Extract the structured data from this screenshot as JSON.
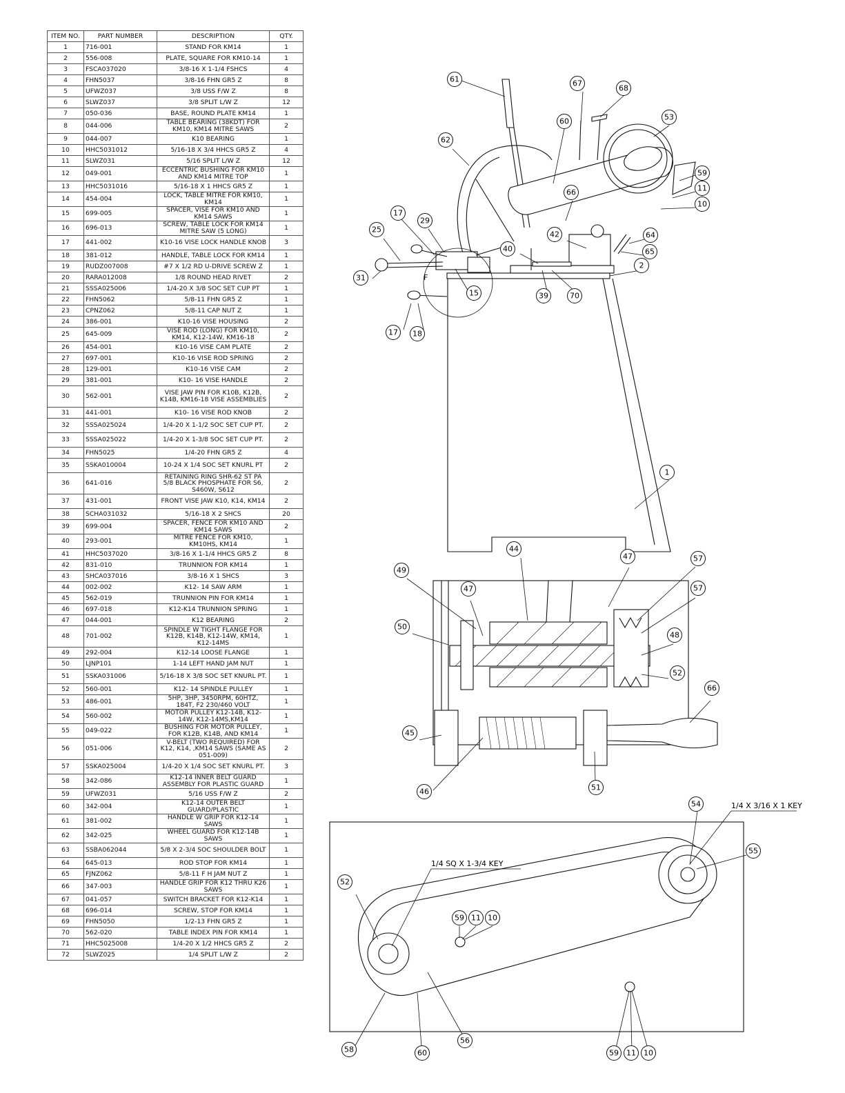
{
  "table": {
    "headers": [
      "ITEM NO.",
      "PART NUMBER",
      "DESCRIPTION",
      "QTY."
    ],
    "rows": [
      [
        "1",
        "716-001",
        "STAND FOR KM14",
        "1"
      ],
      [
        "2",
        "556-008",
        "PLATE, SQUARE FOR KM10-14",
        "1"
      ],
      [
        "3",
        "FSCA037020",
        "3/8-16 X 1-1/4 FSHCS",
        "4"
      ],
      [
        "4",
        "FHN5037",
        "3/8-16 FHN GR5 Z",
        "8"
      ],
      [
        "5",
        "UFWZ037",
        "3/8 USS F/W Z",
        "8"
      ],
      [
        "6",
        "SLWZ037",
        "3/8 SPLIT L/W Z",
        "12"
      ],
      [
        "7",
        "050-036",
        "BASE, ROUND PLATE KM14",
        "1"
      ],
      [
        "8",
        "044-006",
        "TABLE BEARING (38KDT) FOR KM10, KM14 MITRE SAWS",
        "2"
      ],
      [
        "9",
        "044-007",
        "K10 BEARING",
        "1"
      ],
      [
        "10",
        "HHC5031012",
        "5/16-18 X 3/4 HHCS GR5 Z",
        "4"
      ],
      [
        "11",
        "SLWZ031",
        "5/16 SPLIT L/W Z",
        "12"
      ],
      [
        "12",
        "049-001",
        "ECCENTRIC BUSHING FOR KM10 AND KM14 MITRE TOP",
        "1"
      ],
      [
        "13",
        "HHC5031016",
        "5/16-18 X 1 HHCS GR5 Z",
        "1"
      ],
      [
        "14",
        "454-004",
        "LOCK, TABLE MITRE FOR KM10, KM14",
        "1"
      ],
      [
        "15",
        "699-005",
        "SPACER, VISE FOR KM10 AND KM14 SAWS",
        "1"
      ],
      [
        "16",
        "696-013",
        "SCREW, TABLE LOCK FOR KM14 MITRE SAW (5 LONG)",
        "1"
      ],
      [
        "17",
        "441-002",
        "K10-16 VISE LOCK HANDLE KNOB",
        "3"
      ],
      [
        "18",
        "381-012",
        "HANDLE, TABLE LOCK FOR KM14",
        "1"
      ],
      [
        "19",
        "RUDZ007008",
        "#7 X 1/2 RD U-DRIVE SCREW Z",
        "1"
      ],
      [
        "20",
        "RARA012008",
        "1/8 ROUND HEAD RIVET",
        "2"
      ],
      [
        "21",
        "SSSA025006",
        "1/4-20 X 3/8 SOC SET CUP PT",
        "1"
      ],
      [
        "22",
        "FHN5062",
        "5/8-11 FHN GR5 Z",
        "1"
      ],
      [
        "23",
        "CPNZ062",
        "5/8-11 CAP NUT Z",
        "1"
      ],
      [
        "24",
        "386-001",
        "K10-16 VISE HOUSING",
        "2"
      ],
      [
        "25",
        "645-009",
        "VISE ROD (LONG) FOR KM10, KM14, K12-14W, KM16-18",
        "2"
      ],
      [
        "26",
        "454-001",
        "K10-16 VISE CAM PLATE",
        "2"
      ],
      [
        "27",
        "697-001",
        "K10-16 VISE ROD SPRING",
        "2"
      ],
      [
        "28",
        "129-001",
        "K10-16 VISE CAM",
        "2"
      ],
      [
        "29",
        "381-001",
        "K10- 16 VISE HANDLE",
        "2"
      ],
      [
        "30",
        "562-001",
        "VISE JAW PIN FOR K10B, K12B, K14B, KM16-18 VISE ASSEMBLIES",
        "2"
      ],
      [
        "31",
        "441-001",
        "K10- 16 VISE ROD KNOB",
        "2"
      ],
      [
        "32",
        "SSSA025024",
        "1/4-20 X 1-1/2 SOC SET CUP PT.",
        "2"
      ],
      [
        "33",
        "SSSA025022",
        "1/4-20 X 1-3/8 SOC SET CUP PT.",
        "2"
      ],
      [
        "34",
        "FHN5025",
        "1/4-20 FHN GR5 Z",
        "4"
      ],
      [
        "35",
        "SSKA010004",
        "10-24 X 1/4 SOC SET KNURL PT",
        "2"
      ],
      [
        "36",
        "641-016",
        "RETAINING RING SHR-62 ST PA 5/8 BLACK PHOSPHATE FOR S6, S460W, S612",
        "2"
      ],
      [
        "37",
        "431-001",
        "FRONT VISE JAW K10, K14, KM14",
        "2"
      ],
      [
        "38",
        "SCHA031032",
        "5/16-18 X 2 SHCS",
        "20"
      ],
      [
        "39",
        "699-004",
        "SPACER, FENCE FOR KM10 AND KM14 SAWS",
        "2"
      ],
      [
        "40",
        "293-001",
        "MITRE FENCE FOR KM10, KM10HS, KM14",
        "1"
      ],
      [
        "41",
        "HHC5037020",
        "3/8-16 X 1-1/4 HHCS GR5 Z",
        "8"
      ],
      [
        "42",
        "831-010",
        "TRUNNION FOR KM14",
        "1"
      ],
      [
        "43",
        "SHCA037016",
        "3/8-16 X 1 SHCS",
        "3"
      ],
      [
        "44",
        "002-002",
        "K12- 14 SAW ARM",
        "1"
      ],
      [
        "45",
        "562-019",
        "TRUNNION PIN FOR KM14",
        "1"
      ],
      [
        "46",
        "697-018",
        "K12-K14 TRUNNION SPRING",
        "1"
      ],
      [
        "47",
        "044-001",
        "K12 BEARING",
        "2"
      ],
      [
        "48",
        "701-002",
        "SPINDLE W TIGHT FLANGE FOR K12B, K14B, K12-14W, KM14, K12-14MS",
        "1"
      ],
      [
        "49",
        "292-004",
        "K12-14 LOOSE FLANGE",
        "1"
      ],
      [
        "50",
        "LJNP101",
        "1-14 LEFT HAND JAM NUT",
        "1"
      ],
      [
        "51",
        "SSKA031006",
        "5/16-18 X 3/8 SOC SET KNURL PT.",
        "1"
      ],
      [
        "52",
        "560-001",
        "K12- 14 SPINDLE PULLEY",
        "1"
      ],
      [
        "53",
        "486-001",
        "5HP, 3HP, 3450RPM, 60HTZ, 184T, F2 230/460 VOLT",
        "1"
      ],
      [
        "54",
        "560-002",
        "MOTOR PULLEY K12-14B, K12-14W, K12-14MS,KM14",
        "1"
      ],
      [
        "55",
        "049-022",
        "BUSHING FOR MOTOR PULLEY, FOR K12B, K14B, AND KM14",
        "1"
      ],
      [
        "56",
        "051-006",
        "V-BELT (TWO REQUIRED) FOR K12, K14, ,KM14 SAWS (SAME AS 051-009)",
        "2"
      ],
      [
        "57",
        "SSKA025004",
        "1/4-20 X 1/4 SOC SET KNURL PT.",
        "3"
      ],
      [
        "58",
        "342-086",
        "K12-14 INNER BELT GUARD ASSEMBLY FOR PLASTIC GUARD",
        "1"
      ],
      [
        "59",
        "UFWZ031",
        "5/16 USS F/W Z",
        "2"
      ],
      [
        "60",
        "342-004",
        "K12-14 OUTER BELT GUARD/PLASTIC",
        "1"
      ],
      [
        "61",
        "381-002",
        "HANDLE W GRIP FOR K12-14 SAWS",
        "1"
      ],
      [
        "62",
        "342-025",
        "WHEEL GUARD FOR K12-14B SAWS",
        "1"
      ],
      [
        "63",
        "SSBA062044",
        "5/8 X 2-3/4 SOC SHOULDER BOLT",
        "1"
      ],
      [
        "64",
        "645-013",
        "ROD STOP FOR KM14",
        "1"
      ],
      [
        "65",
        "FJNZ062",
        "5/8-11 F H JAM NUT Z",
        "1"
      ],
      [
        "66",
        "347-003",
        "HANDLE GRIP FOR K12 THRU K26 SAWS",
        "1"
      ],
      [
        "67",
        "041-057",
        "SWITCH BRACKET FOR K12-K14",
        "1"
      ],
      [
        "68",
        "696-014",
        "SCREW, STOP FOR KM14",
        "1"
      ],
      [
        "69",
        "FHN5050",
        "1/2-13 FHN GR5 Z",
        "1"
      ],
      [
        "70",
        "562-020",
        "TABLE INDEX PIN FOR KM14",
        "1"
      ],
      [
        "71",
        "HHC5025008",
        "1/4-20 X 1/2 HHCS GR5 Z",
        "2"
      ],
      [
        "72",
        "SLWZ025",
        "1/4 SPLIT L/W Z",
        "2"
      ]
    ]
  },
  "diagram": {
    "detail_letter": "F",
    "key_labels": {
      "motor_key": "1/4 X 3/16 X 1 KEY",
      "spindle_key": "1/4 SQ X 1-3/4 KEY"
    },
    "callouts": [
      "61",
      "67",
      "68",
      "53",
      "60",
      "62",
      "59",
      "11",
      "10",
      "66",
      "17",
      "29",
      "25",
      "42",
      "64",
      "65",
      "40",
      "2",
      "31",
      "15",
      "39",
      "70",
      "17",
      "18",
      "1",
      "44",
      "47",
      "57",
      "49",
      "47",
      "57",
      "50",
      "48",
      "52",
      "66",
      "45",
      "51",
      "46",
      "54",
      "55",
      "52",
      "59",
      "11",
      "10",
      "58",
      "60",
      "56",
      "59",
      "11",
      "10"
    ]
  }
}
